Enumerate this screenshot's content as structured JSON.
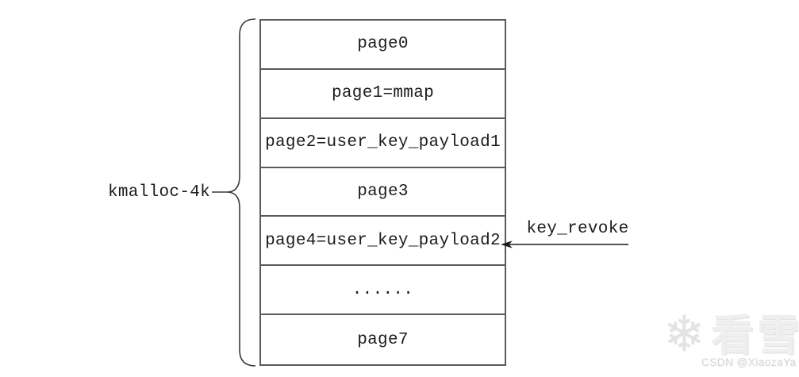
{
  "diagram": {
    "left_label": "kmalloc-4k",
    "rows": [
      "page0",
      "page1=mmap",
      "page2=user_key_payload1",
      "page3",
      "page4=user_key_payload2",
      "......",
      "page7"
    ],
    "annotation_label": "key_revoke",
    "colors": {
      "line": "#3b3b3b",
      "table_border": "#5a5a5a",
      "text": "#1c1c1c",
      "background": "#ffffff"
    }
  },
  "watermark": {
    "icon": "snowflake-icon",
    "snowflake_glyph": "❄",
    "brand": "看雪",
    "credit": "CSDN @XiaozaYa",
    "color": "#e4e4e4"
  }
}
